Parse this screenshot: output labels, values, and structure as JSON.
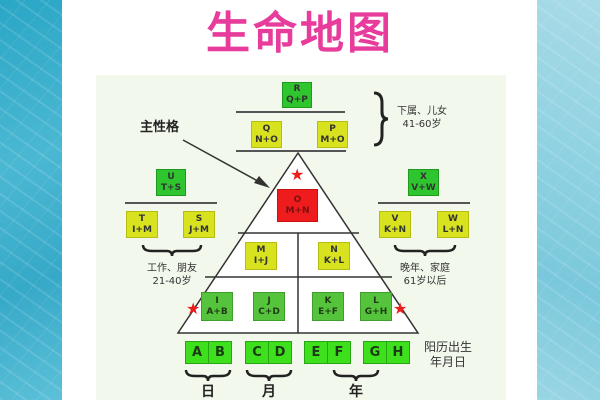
{
  "title": "生命地图",
  "colors": {
    "title": "#e83c9c",
    "green_box": "#2ec52e",
    "yellow_box": "#d8e21e",
    "red_box": "#ee1c1c",
    "light_green_box": "#55c33b",
    "birth_cell": "#3ee01e",
    "panel_bg": "#f2f8ec",
    "side_panel_blue": "#4bb8d2"
  },
  "annotation": {
    "main_personality": "主性格"
  },
  "top_group": {
    "R": {
      "letter": "R",
      "formula": "Q+P"
    },
    "Q": {
      "letter": "Q",
      "formula": "N+O"
    },
    "P": {
      "letter": "P",
      "formula": "M+O"
    },
    "label_line1": "下属、儿女",
    "label_line2": "41-60岁"
  },
  "left_group": {
    "U": {
      "letter": "U",
      "formula": "T+S"
    },
    "T": {
      "letter": "T",
      "formula": "I+M"
    },
    "S": {
      "letter": "S",
      "formula": "J+M"
    },
    "label_line1": "工作、朋友",
    "label_line2": "21-40岁"
  },
  "right_group": {
    "X": {
      "letter": "X",
      "formula": "V+W"
    },
    "V": {
      "letter": "V",
      "formula": "K+N"
    },
    "W": {
      "letter": "W",
      "formula": "L+N"
    },
    "label_line1": "晚年、家庭",
    "label_line2": "61岁以后"
  },
  "pyramid": {
    "O": {
      "letter": "O",
      "formula": "M+N"
    },
    "M": {
      "letter": "M",
      "formula": "I+J"
    },
    "N": {
      "letter": "N",
      "formula": "K+L"
    },
    "I": {
      "letter": "I",
      "formula": "A+B"
    },
    "J": {
      "letter": "J",
      "formula": "C+D"
    },
    "K": {
      "letter": "K",
      "formula": "E+F"
    },
    "L": {
      "letter": "L",
      "formula": "G+H"
    },
    "star_icon": "★"
  },
  "birth_row": {
    "cells": [
      "A",
      "B",
      "C",
      "D",
      "E",
      "F",
      "G",
      "H"
    ],
    "label_line1": "阳历出生",
    "label_line2": "年月日",
    "day_label": "日",
    "month_label": "月",
    "year_label": "年"
  }
}
